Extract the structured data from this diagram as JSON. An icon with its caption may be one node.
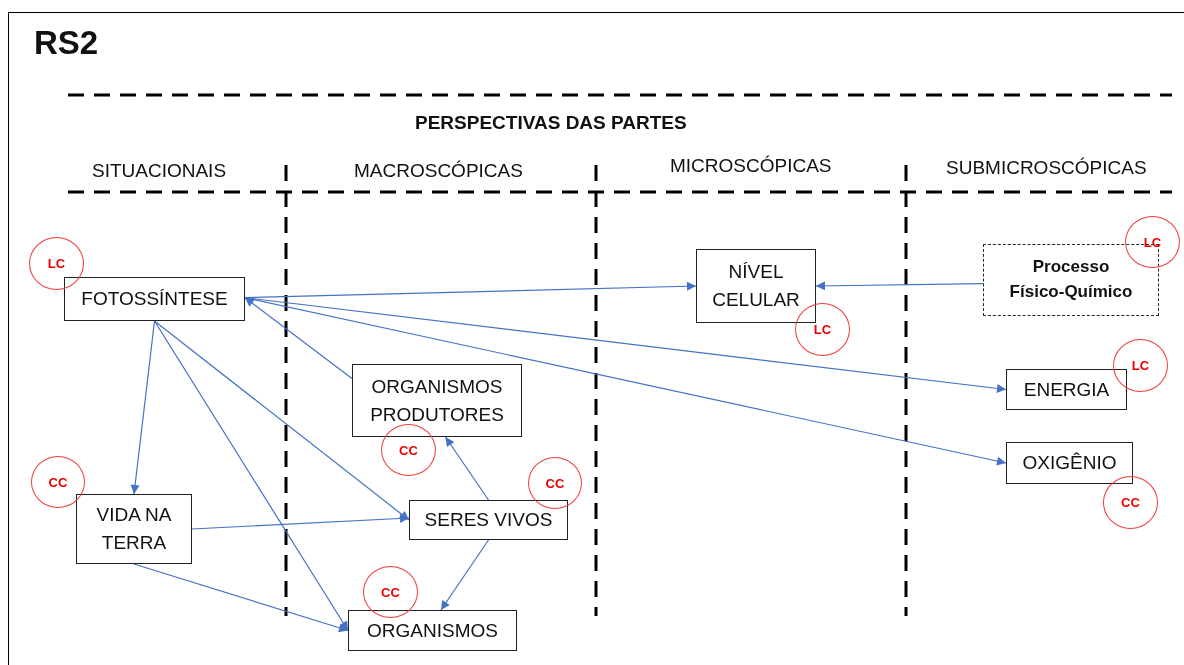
{
  "diagram": {
    "title": "RS2",
    "nodes": [
      {
        "text": [
          "FOTOSSÍNTESE"
        ]
      },
      {
        "text": [
          "NÍVEL CELULAR"
        ]
      },
      {
        "text": [
          "Processo Físico-Químico"
        ]
      },
      {
        "text": [
          "ORGANISMOS PRODUTORES"
        ]
      },
      {
        "text": [
          "ENERGIA"
        ]
      },
      {
        "text": [
          "VIDA NA TERRA"
        ]
      },
      {
        "text": [
          "SERES VIVOS"
        ]
      },
      {
        "text": [
          "OXIGÊNIO"
        ]
      },
      {
        "text": [
          "ORGANISMOS"
        ]
      },
      {
        "text": [
          "LC"
        ]
      },
      {
        "text": [
          "LC"
        ]
      },
      {
        "text": [
          "LC"
        ]
      },
      {
        "text": [
          "LC"
        ]
      },
      {
        "text": [
          "CC"
        ]
      },
      {
        "text": [
          "CC"
        ]
      },
      {
        "text": [
          "CC"
        ]
      },
      {
        "text": [
          "CC"
        ]
      },
      {
        "text": [
          "CC"
        ]
      }
    ],
    "edges": [
      {
        "from": 0,
        "to": 1,
        "arrow": "to"
      },
      {
        "from": 2,
        "to": 1,
        "arrow": "to"
      },
      {
        "from": 0,
        "to": 4,
        "arrow": "to"
      },
      {
        "from": 0,
        "to": 7,
        "arrow": "to"
      },
      {
        "from": 3,
        "to": 0,
        "arrow": "to"
      },
      {
        "from": 0,
        "to": 5,
        "arrow": "to"
      },
      {
        "from": 0,
        "to": 6,
        "arrow": "to"
      },
      {
        "from": 0,
        "to": 8,
        "arrow": "to"
      },
      {
        "from": 5,
        "to": 6,
        "arrow": "to"
      },
      {
        "from": 5,
        "to": 8,
        "arrow": "to"
      },
      {
        "from": 6,
        "to": 3,
        "arrow": "to"
      },
      {
        "from": 6,
        "to": 8,
        "arrow": "to"
      }
    ],
    "labels": [
      "PERSPECTIVAS DAS PARTES",
      "SITUACIONAIS",
      "MACROSCÓPICAS",
      "MICROSCÓPICAS",
      "SUBMICROSCÓPICAS"
    ]
  }
}
